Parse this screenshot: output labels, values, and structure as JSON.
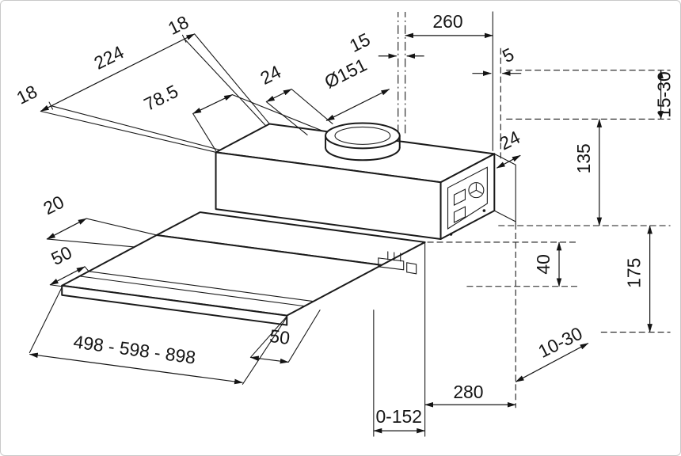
{
  "drawing": {
    "icons": {
      "fan": "fan-icon"
    },
    "dims": {
      "d18_rear": "18",
      "d224": "224",
      "d18_front": "18",
      "d78_5": "78.5",
      "d24_duct": "24",
      "d151": "Ø151",
      "d15": "15",
      "d260": "260",
      "d5": "5",
      "d15_30": "15-30",
      "d135": "135",
      "d24_corner": "24",
      "d20": "20",
      "d50_side": "50",
      "d175": "175",
      "d40": "40",
      "d_width": "498 - 598 - 898",
      "d50_front": "50",
      "d10_30": "10-30",
      "d280": "280",
      "d0_152": "0-152"
    }
  }
}
